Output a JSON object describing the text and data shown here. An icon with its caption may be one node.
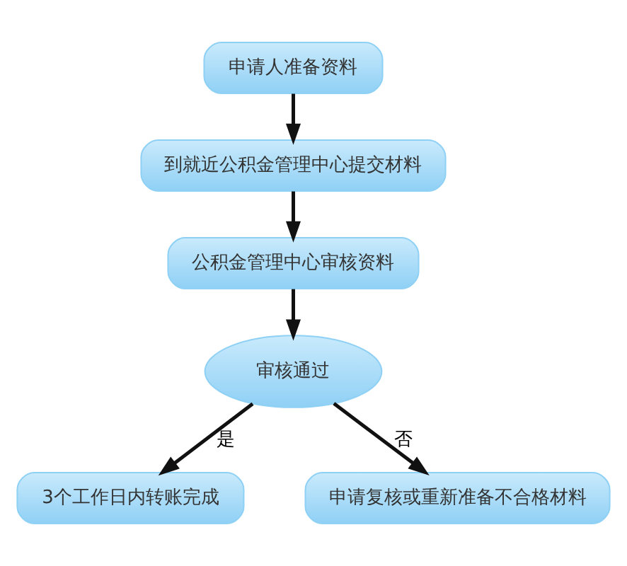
{
  "diagram": {
    "nodes": [
      {
        "text": [
          "申请人准备资料"
        ]
      },
      {
        "text": [
          "到就近公积金管理中心提交材料"
        ]
      },
      {
        "text": [
          "公积金管理中心审核资料"
        ]
      },
      {
        "text": [
          "审核通过"
        ]
      },
      {
        "text": [
          "3个工作日内转账完成"
        ]
      },
      {
        "text": [
          "申请复核或重新准备不合格材料"
        ]
      }
    ],
    "edges": [
      {
        "from": 0,
        "to": 1,
        "arrow": "to"
      },
      {
        "from": 1,
        "to": 2,
        "arrow": "to"
      },
      {
        "from": 2,
        "to": 3,
        "arrow": "to"
      },
      {
        "from": 3,
        "to": 4,
        "arrow": "to",
        "label": "是"
      },
      {
        "from": 3,
        "to": 5,
        "arrow": "to",
        "label": "否"
      }
    ]
  }
}
